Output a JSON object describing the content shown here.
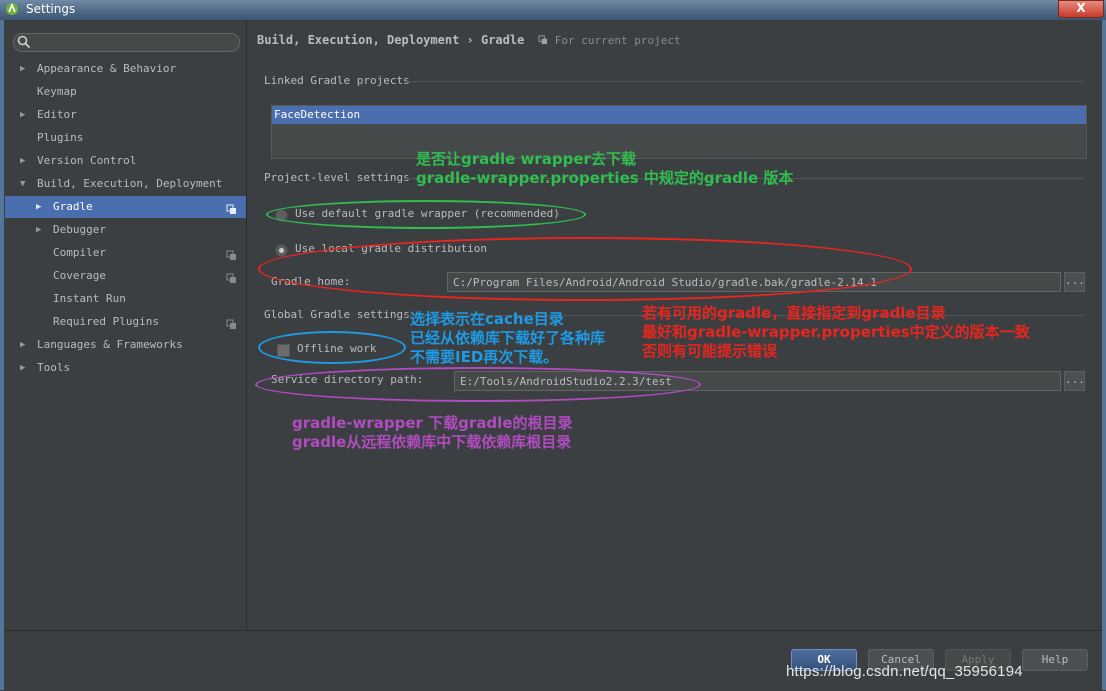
{
  "window": {
    "title": "Settings",
    "close_label": "X"
  },
  "sidebar": {
    "search_placeholder": "",
    "items": [
      {
        "label": "Appearance & Behavior"
      },
      {
        "label": "Keymap"
      },
      {
        "label": "Editor"
      },
      {
        "label": "Plugins"
      },
      {
        "label": "Version Control"
      },
      {
        "label": "Build, Execution, Deployment"
      },
      {
        "label": "Gradle"
      },
      {
        "label": "Debugger"
      },
      {
        "label": "Compiler"
      },
      {
        "label": "Coverage"
      },
      {
        "label": "Instant Run"
      },
      {
        "label": "Required Plugins"
      },
      {
        "label": "Languages & Frameworks"
      },
      {
        "label": "Tools"
      }
    ]
  },
  "breadcrumb": {
    "path": "Build, Execution, Deployment › Gradle",
    "scope": "For current project"
  },
  "linked": {
    "header": "Linked Gradle projects",
    "items": [
      "FaceDetection"
    ]
  },
  "project_settings": {
    "header": "Project-level settings",
    "radio_default": "Use default gradle wrapper (recommended)",
    "radio_local": "Use local gradle distribution",
    "gradle_home_label": "Gradle home:",
    "gradle_home_value": "C:/Program Files/Android/Android Studio/gradle.bak/gradle-2.14.1",
    "browse": "..."
  },
  "global_settings": {
    "header": "Global Gradle settings",
    "offline_work": "Offline work",
    "service_dir_label": "Service directory path:",
    "service_dir_value": "E:/Tools/AndroidStudio2.2.3/test",
    "browse": "..."
  },
  "annotations": {
    "green": [
      "是否让gradle wrapper去下载",
      "gradle-wrapper.properties 中规定的gradle 版本"
    ],
    "red": [
      "若有可用的gradle，直接指定到gradle目录",
      "最好和gradle-wrapper.properties中定义的版本一致",
      "否则有可能提示错误"
    ],
    "blue": [
      "选择表示在cache目录",
      "已经从依赖库下载好了各种库",
      "不需要IED再次下载。"
    ],
    "purple": [
      "gradle-wrapper 下载gradle的根目录",
      "gradle从远程依赖库中下载依赖库根目录"
    ],
    "colors": {
      "green": "#2fbe4f",
      "red": "#e8251e",
      "blue": "#1d9be5",
      "purple": "#b04bc0"
    }
  },
  "buttons": {
    "ok": "OK",
    "cancel": "Cancel",
    "apply": "Apply",
    "help": "Help"
  },
  "watermark": "https://blog.csdn.net/qq_35956194"
}
